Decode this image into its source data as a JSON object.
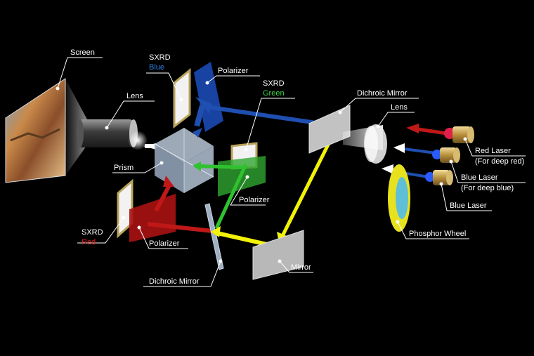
{
  "labels": {
    "screen": "Screen",
    "lens_left": "Lens",
    "sxrd_blue_title": "SXRD",
    "sxrd_blue_color": "Blue",
    "polarizer_blue": "Polarizer",
    "sxrd_green_title": "SXRD",
    "sxrd_green_color": "Green",
    "dichroic_mirror_top": "Dichroic Mirror",
    "lens_right": "Lens",
    "red_laser_line1": "Red Laser",
    "red_laser_line2": "(For deep red)",
    "blue_laser_deep_line1": "Blue Laser",
    "blue_laser_deep_line2": "(For deep blue)",
    "blue_laser": "Blue Laser",
    "phosphor_wheel": "Phosphor Wheel",
    "prism": "Prism",
    "polarizer_green": "Polarizer",
    "sxrd_red_title": "SXRD",
    "sxrd_red_color": "Red",
    "polarizer_red": "Polarizer",
    "mirror": "Mirror",
    "dichroic_mirror_bottom": "Dichroic Mirror"
  },
  "colors": {
    "background": "#000000",
    "blue_beam": "#1f4fb0",
    "green_beam": "#2fc22f",
    "red_beam": "#c01818",
    "yellow_beam": "#f2f20a",
    "white_beam": "#ffffff",
    "label_blue": "#2d7fe0",
    "label_green": "#3ad24a",
    "label_red": "#e02020"
  }
}
